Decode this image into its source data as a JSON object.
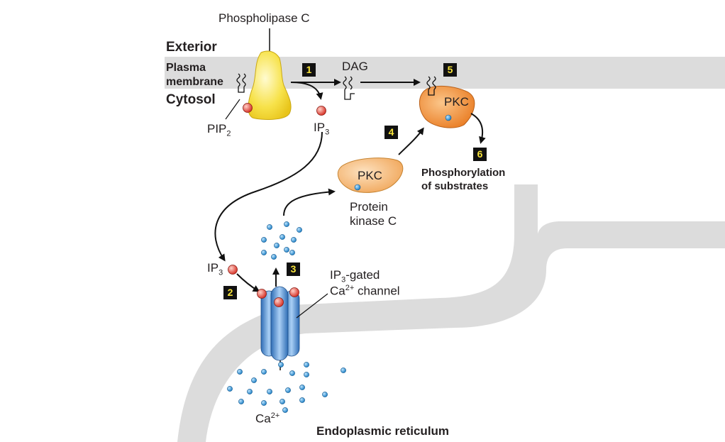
{
  "labels": {
    "phospholipase_c": "Phospholipase C",
    "exterior": "Exterior",
    "plasma": "Plasma",
    "membrane": "membrane",
    "cytosol": "Cytosol",
    "pip": "PIP",
    "pip_sub": "2",
    "ip": "IP",
    "ip_sub": "3",
    "dag": "DAG",
    "pkc": "PKC",
    "protein": "Protein",
    "kinase_c": "kinase C",
    "phosphorylation": "Phosphorylation",
    "of_substrates": "of substrates",
    "gated_suffix": "-gated",
    "ca": "Ca",
    "ca_sup": "2+",
    "channel_suffix": " channel",
    "er": "Endoplasmic reticulum"
  },
  "steps": [
    "1",
    "2",
    "3",
    "4",
    "5",
    "6"
  ],
  "colors": {
    "membrane": "#dcdcdc",
    "plc_fill": "#f7e24a",
    "pkc_fill": "#f3b26a",
    "pkc_active": "#f08a2e",
    "channel": "#4a86cf",
    "ip3_ball": "#e2534a",
    "ca_dot": "#2a8fd0"
  }
}
